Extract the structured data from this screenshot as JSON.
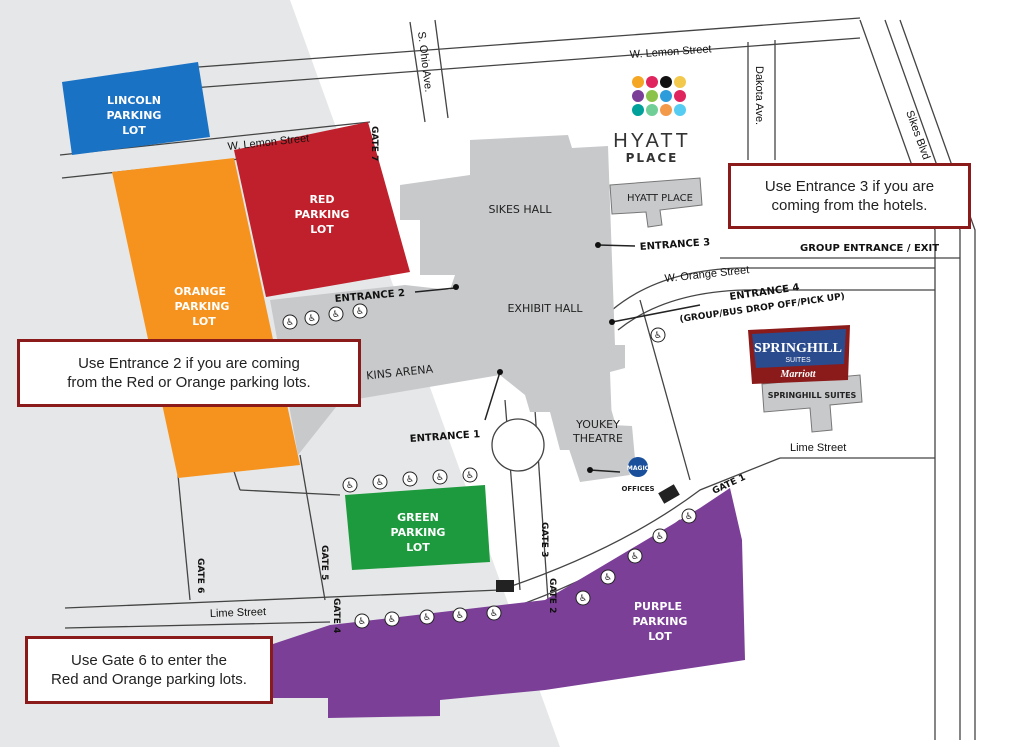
{
  "streets": {
    "w_lemon_top": "W. Lemon Street",
    "w_lemon_left": "W. Lemon Street",
    "s_ohio": "S. Ohio Ave.",
    "dakota": "Dakota Ave.",
    "sikes_blvd": "Sikes Blvd",
    "w_orange": "W. Orange Street",
    "lime_right": "Lime Street",
    "lime_left": "Lime Street"
  },
  "lots": {
    "lincoln": [
      "LINCOLN",
      "PARKING",
      "LOT"
    ],
    "red": [
      "RED",
      "PARKING",
      "LOT"
    ],
    "orange": [
      "ORANGE",
      "PARKING",
      "LOT"
    ],
    "green": [
      "GREEN",
      "PARKING",
      "LOT"
    ],
    "purple": [
      "PURPLE",
      "PARKING",
      "LOT"
    ]
  },
  "colors": {
    "lincoln": "#1a72c4",
    "red": "#c0202b",
    "orange": "#f6931e",
    "green": "#1e9a3e",
    "purple": "#7b3f98",
    "building": "#c8c9cb",
    "callout_border": "#8b1a1a"
  },
  "buildings": {
    "sikes_hall": "SIKES HALL",
    "exhibit_hall": "EXHIBIT HALL",
    "arena": "KINS ARENA",
    "youkey_1": "YOUKEY",
    "youkey_2": "THEATRE",
    "hyatt_place_bldg": "HYATT PLACE",
    "springhill_bldg": "SPRINGHILL SUITES",
    "magic_offices": "OFFICES"
  },
  "entrances": {
    "e1": "ENTRANCE 1",
    "e2": "ENTRANCE 2",
    "e3": "ENTRANCE 3",
    "e4_a": "ENTRANCE 4",
    "e4_b": "(GROUP/BUS DROP OFF/PICK UP)",
    "group": "GROUP ENTRANCE / EXIT"
  },
  "gates": {
    "g1": "GATE 1",
    "g2": "GATE 2",
    "g3": "GATE 3",
    "g4": "GATE 4",
    "g5": "GATE 5",
    "g6": "GATE 6",
    "g7": "GATE 7"
  },
  "logos": {
    "hyatt_1": "HYATT",
    "hyatt_2": "PLACE",
    "springhill_1": "SPRINGHILL",
    "springhill_2": "SUITES",
    "marriott": "Marriott",
    "magic": "MAGIC"
  },
  "callouts": {
    "entrance3": [
      "Use Entrance 3 if you are",
      "coming from the hotels."
    ],
    "entrance2": [
      "Use Entrance 2 if you are coming",
      "from the Red or Orange parking lots."
    ],
    "gate6": [
      "Use Gate 6 to enter the",
      "Red and Orange parking lots."
    ]
  },
  "accessible_symbol": "♿"
}
